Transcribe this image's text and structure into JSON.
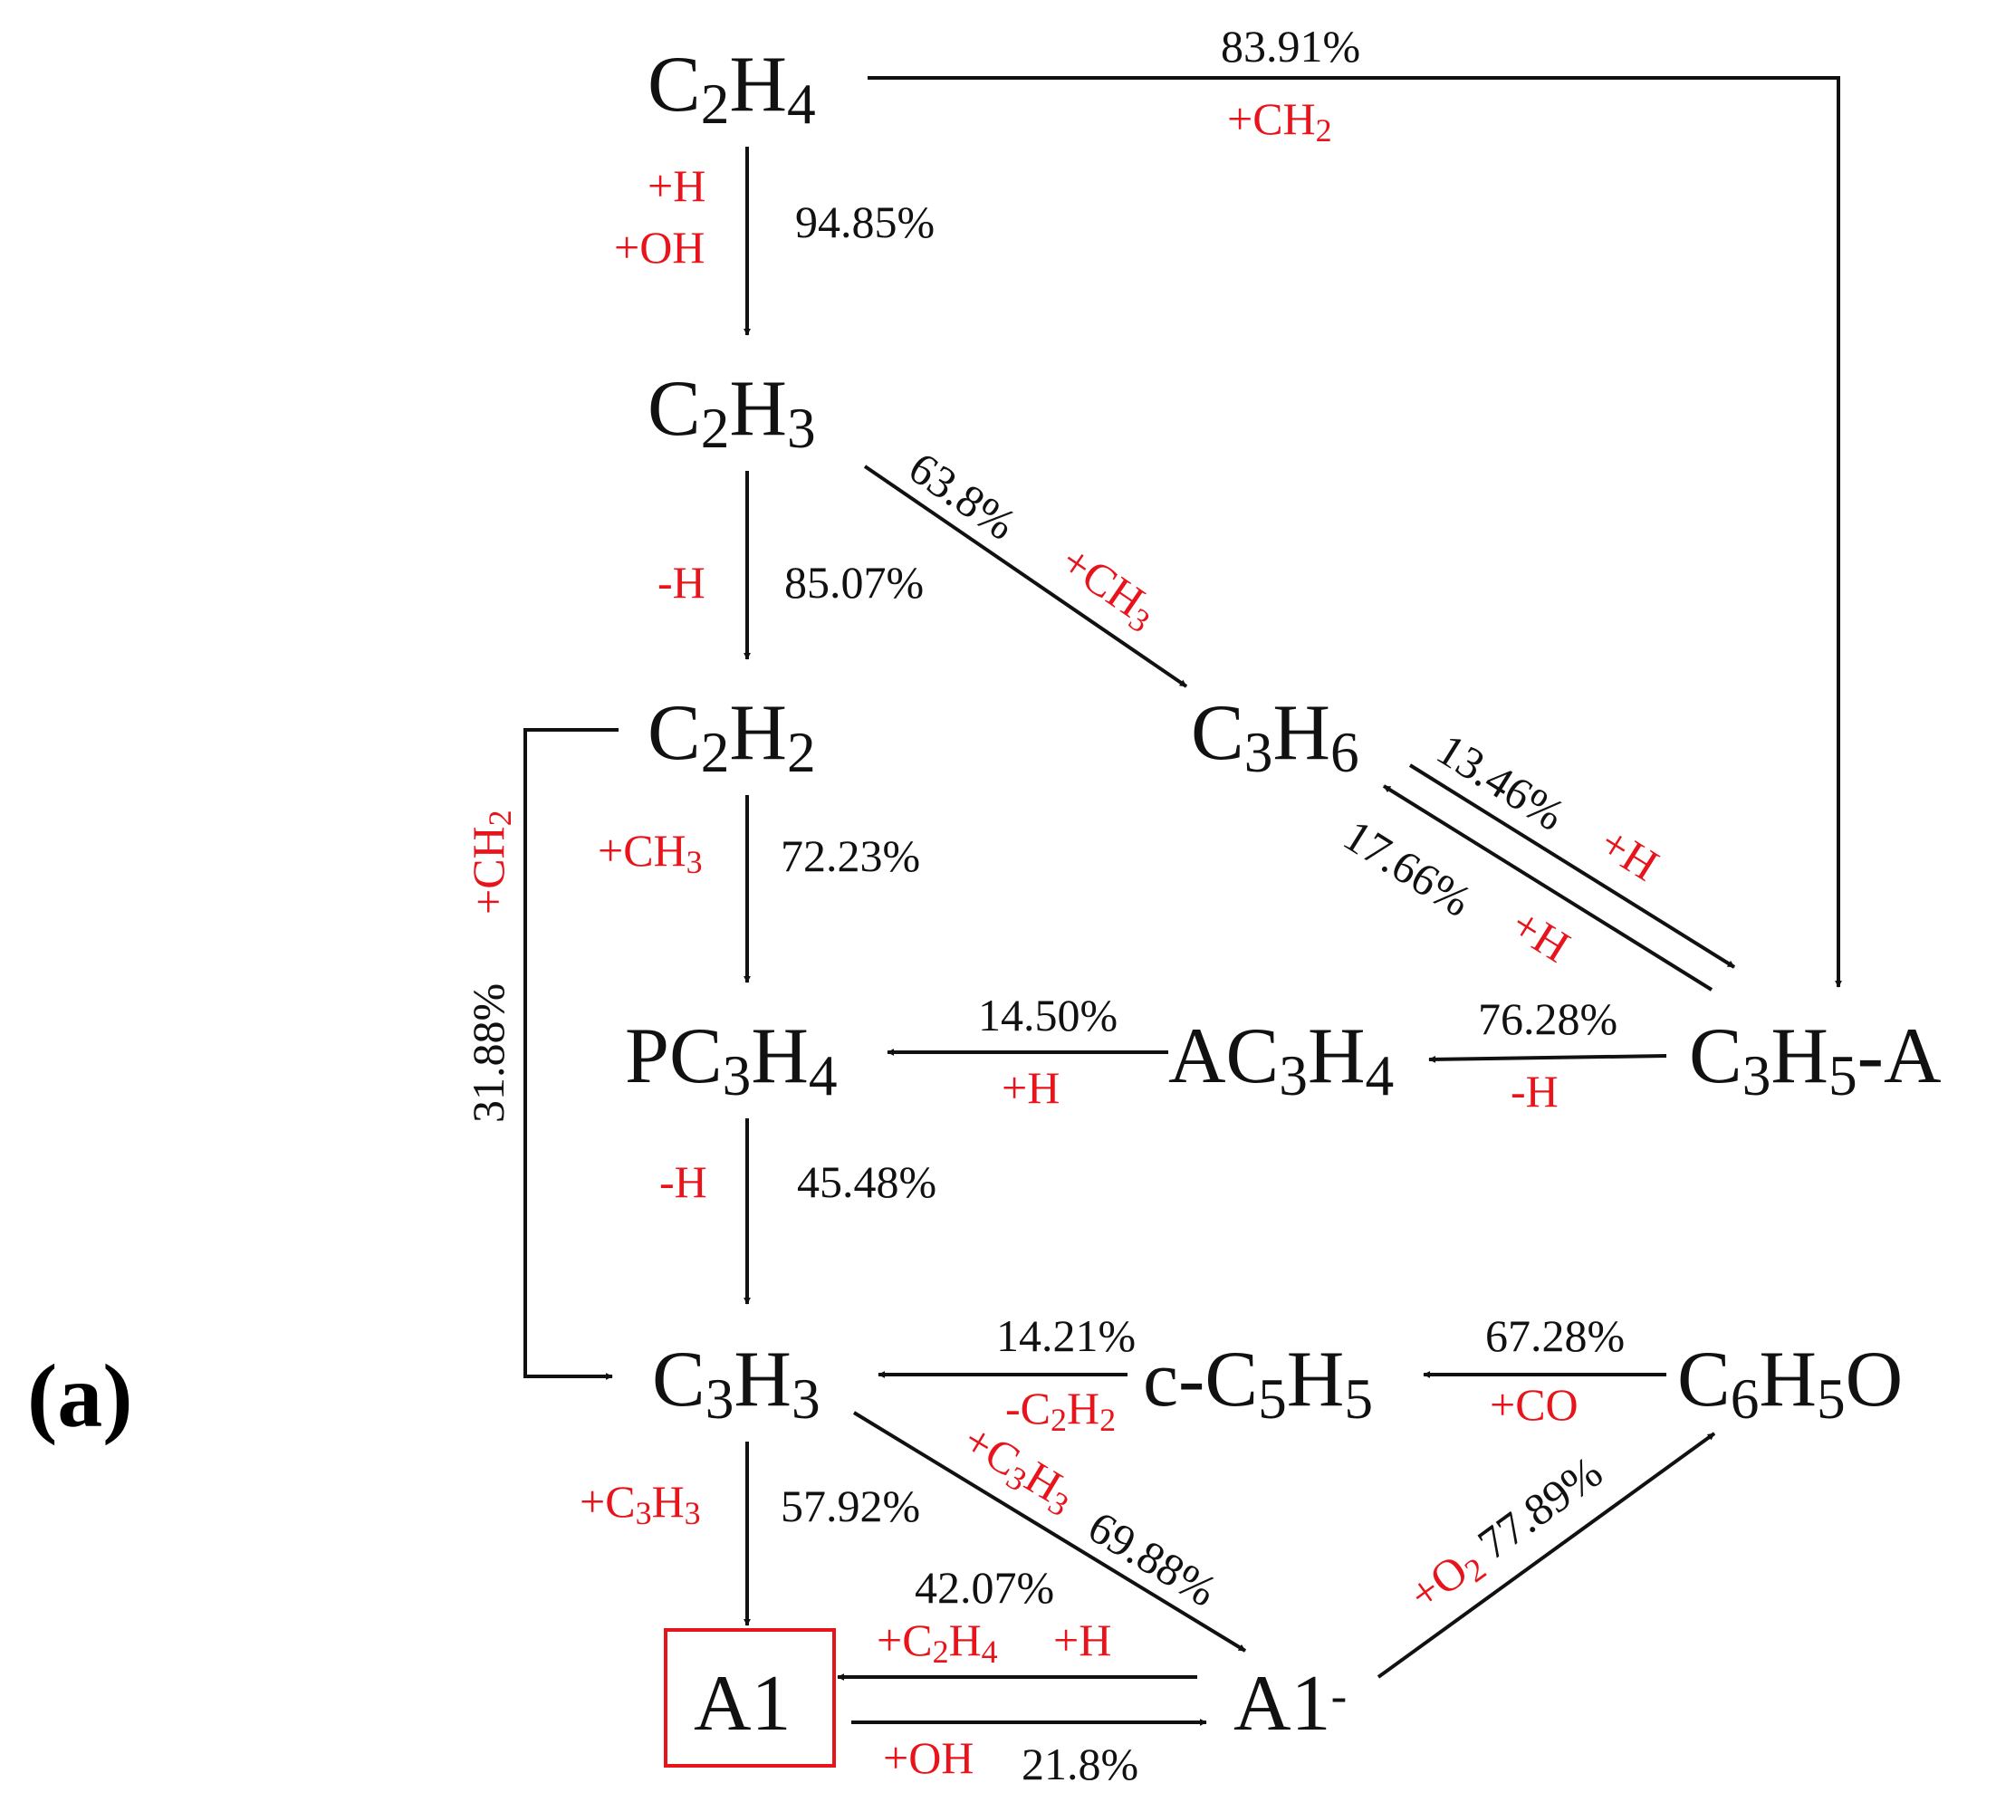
{
  "panel_label": "(a)",
  "colors": {
    "text": "#111111",
    "reaction": "#e8141b",
    "box": "#e8141b"
  },
  "species": {
    "c2h4": {
      "segments": [
        [
          "C",
          ""
        ],
        [
          "2",
          "sub"
        ],
        [
          "H",
          ""
        ],
        [
          "4",
          "sub"
        ]
      ]
    },
    "c2h3": {
      "segments": [
        [
          "C",
          ""
        ],
        [
          "2",
          "sub"
        ],
        [
          "H",
          ""
        ],
        [
          "3",
          "sub"
        ]
      ]
    },
    "c2h2": {
      "segments": [
        [
          "C",
          ""
        ],
        [
          "2",
          "sub"
        ],
        [
          "H",
          ""
        ],
        [
          "2",
          "sub"
        ]
      ]
    },
    "c3h6": {
      "segments": [
        [
          "C",
          ""
        ],
        [
          "3",
          "sub"
        ],
        [
          "H",
          ""
        ],
        [
          "6",
          "sub"
        ]
      ]
    },
    "pc3h4": {
      "segments": [
        [
          "PC",
          ""
        ],
        [
          "3",
          "sub"
        ],
        [
          "H",
          ""
        ],
        [
          "4",
          "sub"
        ]
      ]
    },
    "ac3h4": {
      "segments": [
        [
          "AC",
          ""
        ],
        [
          "3",
          "sub"
        ],
        [
          "H",
          ""
        ],
        [
          "4",
          "sub"
        ]
      ]
    },
    "c3h5a": {
      "segments": [
        [
          "C",
          ""
        ],
        [
          "3",
          "sub"
        ],
        [
          "H",
          ""
        ],
        [
          "5",
          "sub"
        ],
        [
          "-A",
          ""
        ]
      ]
    },
    "c3h3": {
      "segments": [
        [
          "C",
          ""
        ],
        [
          "3",
          "sub"
        ],
        [
          "H",
          ""
        ],
        [
          "3",
          "sub"
        ]
      ]
    },
    "cc5h5": {
      "segments": [
        [
          "c-C",
          ""
        ],
        [
          "5",
          "sub"
        ],
        [
          "H",
          ""
        ],
        [
          "5",
          "sub"
        ]
      ]
    },
    "c6h5o": {
      "segments": [
        [
          "C",
          ""
        ],
        [
          "6",
          "sub"
        ],
        [
          "H",
          ""
        ],
        [
          "5",
          "sub"
        ],
        [
          "O",
          ""
        ]
      ]
    },
    "a1": {
      "segments": [
        [
          "A1",
          ""
        ]
      ]
    },
    "a1m": {
      "segments": [
        [
          "A1",
          ""
        ],
        [
          "-",
          "sup"
        ]
      ]
    }
  },
  "labels": {
    "p_c2h4_c3h5a": {
      "kind": "pct",
      "segments": [
        [
          "83.91%",
          ""
        ]
      ]
    },
    "r_c2h4_c3h5a": {
      "kind": "rct",
      "segments": [
        [
          "+CH",
          ""
        ],
        [
          "2",
          "sub"
        ]
      ]
    },
    "r_c2h4_c2h3_h": {
      "kind": "rct",
      "segments": [
        [
          "+H",
          ""
        ]
      ]
    },
    "r_c2h4_c2h3_oh": {
      "kind": "rct",
      "segments": [
        [
          "+OH",
          ""
        ]
      ]
    },
    "p_c2h4_c2h3": {
      "kind": "pct",
      "segments": [
        [
          "94.85%",
          ""
        ]
      ]
    },
    "r_c2h3_c2h2": {
      "kind": "rct",
      "segments": [
        [
          "-H",
          ""
        ]
      ]
    },
    "p_c2h3_c2h2": {
      "kind": "pct",
      "segments": [
        [
          "85.07%",
          ""
        ]
      ]
    },
    "p_c2h3_c3h6": {
      "kind": "pct",
      "segments": [
        [
          "63.8%",
          ""
        ]
      ]
    },
    "r_c2h3_c3h6": {
      "kind": "rct",
      "segments": [
        [
          "+CH",
          ""
        ],
        [
          "3",
          "sub"
        ]
      ]
    },
    "r_c2h2_pc3h4": {
      "kind": "rct",
      "segments": [
        [
          "+CH",
          ""
        ],
        [
          "3",
          "sub"
        ]
      ]
    },
    "p_c2h2_pc3h4": {
      "kind": "pct",
      "segments": [
        [
          "72.23%",
          ""
        ]
      ]
    },
    "r_c2h2_c3h3": {
      "kind": "rct",
      "segments": [
        [
          "+CH",
          ""
        ],
        [
          "2",
          "sub"
        ]
      ]
    },
    "p_c2h2_c3h3": {
      "kind": "pct",
      "segments": [
        [
          "31.88%",
          ""
        ]
      ]
    },
    "p_c3h6_c3h5a": {
      "kind": "pct",
      "segments": [
        [
          "13.46%",
          ""
        ]
      ]
    },
    "r_c3h6_c3h5a": {
      "kind": "rct",
      "segments": [
        [
          "+H",
          ""
        ]
      ]
    },
    "p_c3h5a_c3h6": {
      "kind": "pct",
      "segments": [
        [
          "17.66%",
          ""
        ]
      ]
    },
    "r_c3h5a_c3h6": {
      "kind": "rct",
      "segments": [
        [
          "+H",
          ""
        ]
      ]
    },
    "p_ac3h4_pc3h4": {
      "kind": "pct",
      "segments": [
        [
          "14.50%",
          ""
        ]
      ]
    },
    "r_ac3h4_pc3h4": {
      "kind": "rct",
      "segments": [
        [
          "+H",
          ""
        ]
      ]
    },
    "p_c3h5a_ac3h4": {
      "kind": "pct",
      "segments": [
        [
          "76.28%",
          ""
        ]
      ]
    },
    "r_c3h5a_ac3h4": {
      "kind": "rct",
      "segments": [
        [
          "-H",
          ""
        ]
      ]
    },
    "r_pc3h4_c3h3": {
      "kind": "rct",
      "segments": [
        [
          "-H",
          ""
        ]
      ]
    },
    "p_pc3h4_c3h3": {
      "kind": "pct",
      "segments": [
        [
          "45.48%",
          ""
        ]
      ]
    },
    "p_cc5h5_c3h3": {
      "kind": "pct",
      "segments": [
        [
          "14.21%",
          ""
        ]
      ]
    },
    "r_cc5h5_c3h3": {
      "kind": "rct",
      "segments": [
        [
          "-C",
          ""
        ],
        [
          "2",
          "sub"
        ],
        [
          "H",
          ""
        ],
        [
          "2",
          "sub"
        ]
      ]
    },
    "p_c6h5o_cc5h5": {
      "kind": "pct",
      "segments": [
        [
          "67.28%",
          ""
        ]
      ]
    },
    "r_c6h5o_cc5h5": {
      "kind": "rct",
      "segments": [
        [
          "+CO",
          ""
        ]
      ]
    },
    "r_c3h3_a1": {
      "kind": "rct",
      "segments": [
        [
          "+C",
          ""
        ],
        [
          "3",
          "sub"
        ],
        [
          "H",
          ""
        ],
        [
          "3",
          "sub"
        ]
      ]
    },
    "p_c3h3_a1": {
      "kind": "pct",
      "segments": [
        [
          "57.92%",
          ""
        ]
      ]
    },
    "r_c3h3_a1m": {
      "kind": "rct",
      "segments": [
        [
          "+C",
          ""
        ],
        [
          "3",
          "sub"
        ],
        [
          "H",
          ""
        ],
        [
          "3",
          "sub"
        ]
      ]
    },
    "p_c3h3_a1m": {
      "kind": "pct",
      "segments": [
        [
          "69.88%",
          ""
        ]
      ]
    },
    "p_a1m_a1": {
      "kind": "pct",
      "segments": [
        [
          "42.07%",
          ""
        ]
      ]
    },
    "r_a1m_a1_c2h4": {
      "kind": "rct",
      "segments": [
        [
          "+C",
          ""
        ],
        [
          "2",
          "sub"
        ],
        [
          "H",
          ""
        ],
        [
          "4",
          "sub"
        ]
      ]
    },
    "r_a1m_a1_h": {
      "kind": "rct",
      "segments": [
        [
          "+H",
          ""
        ]
      ]
    },
    "r_a1_a1m": {
      "kind": "rct",
      "segments": [
        [
          "+OH",
          ""
        ]
      ]
    },
    "p_a1_a1m": {
      "kind": "pct",
      "segments": [
        [
          "21.8%",
          ""
        ]
      ]
    },
    "r_a1m_c6h5o": {
      "kind": "rct",
      "segments": [
        [
          "+O",
          ""
        ],
        [
          "2",
          "sub"
        ]
      ]
    },
    "p_a1m_c6h5o": {
      "kind": "pct",
      "segments": [
        [
          "77.89%",
          ""
        ]
      ]
    }
  },
  "edges": [
    {
      "from": "C2H4",
      "to": "C3H5-A",
      "percent": "83.91%",
      "reaction": "+CH2"
    },
    {
      "from": "C2H4",
      "to": "C2H3",
      "percent": "94.85%",
      "reaction": "+H +OH"
    },
    {
      "from": "C2H3",
      "to": "C2H2",
      "percent": "85.07%",
      "reaction": "-H"
    },
    {
      "from": "C2H3",
      "to": "C3H6",
      "percent": "63.8%",
      "reaction": "+CH3"
    },
    {
      "from": "C2H2",
      "to": "PC3H4",
      "percent": "72.23%",
      "reaction": "+CH3"
    },
    {
      "from": "C2H2",
      "to": "C3H3",
      "percent": "31.88%",
      "reaction": "+CH2"
    },
    {
      "from": "C3H6",
      "to": "C3H5-A",
      "percent": "13.46%",
      "reaction": "+H"
    },
    {
      "from": "C3H5-A",
      "to": "C3H6",
      "percent": "17.66%",
      "reaction": "+H"
    },
    {
      "from": "AC3H4",
      "to": "PC3H4",
      "percent": "14.50%",
      "reaction": "+H"
    },
    {
      "from": "C3H5-A",
      "to": "AC3H4",
      "percent": "76.28%",
      "reaction": "-H"
    },
    {
      "from": "PC3H4",
      "to": "C3H3",
      "percent": "45.48%",
      "reaction": "-H"
    },
    {
      "from": "c-C5H5",
      "to": "C3H3",
      "percent": "14.21%",
      "reaction": "-C2H2"
    },
    {
      "from": "C6H5O",
      "to": "c-C5H5",
      "percent": "67.28%",
      "reaction": "+CO"
    },
    {
      "from": "C3H3",
      "to": "A1",
      "percent": "57.92%",
      "reaction": "+C3H3"
    },
    {
      "from": "C3H3",
      "to": "A1-",
      "percent": "69.88%",
      "reaction": "+C3H3"
    },
    {
      "from": "A1-",
      "to": "A1",
      "percent": "42.07%",
      "reaction": "+C2H4 +H"
    },
    {
      "from": "A1",
      "to": "A1-",
      "percent": "21.8%",
      "reaction": "+OH"
    },
    {
      "from": "A1-",
      "to": "C6H5O",
      "percent": "77.89%",
      "reaction": "+O2"
    }
  ]
}
